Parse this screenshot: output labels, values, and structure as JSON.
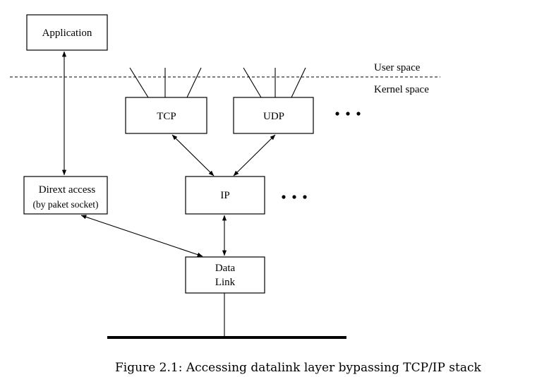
{
  "diagram": {
    "nodes": {
      "application": "Application",
      "tcp": "TCP",
      "udp": "UDP",
      "direct_access": "Dirext access",
      "direct_access_sub": "(by paket socket)",
      "ip": "IP",
      "data_link_line1": "Data",
      "data_link_line2": "Link"
    },
    "labels": {
      "user_space": "User space",
      "kernel_space": "Kernel space"
    },
    "caption": "Figure 2.1: Accessing datalink layer bypassing TCP/IP stack"
  }
}
